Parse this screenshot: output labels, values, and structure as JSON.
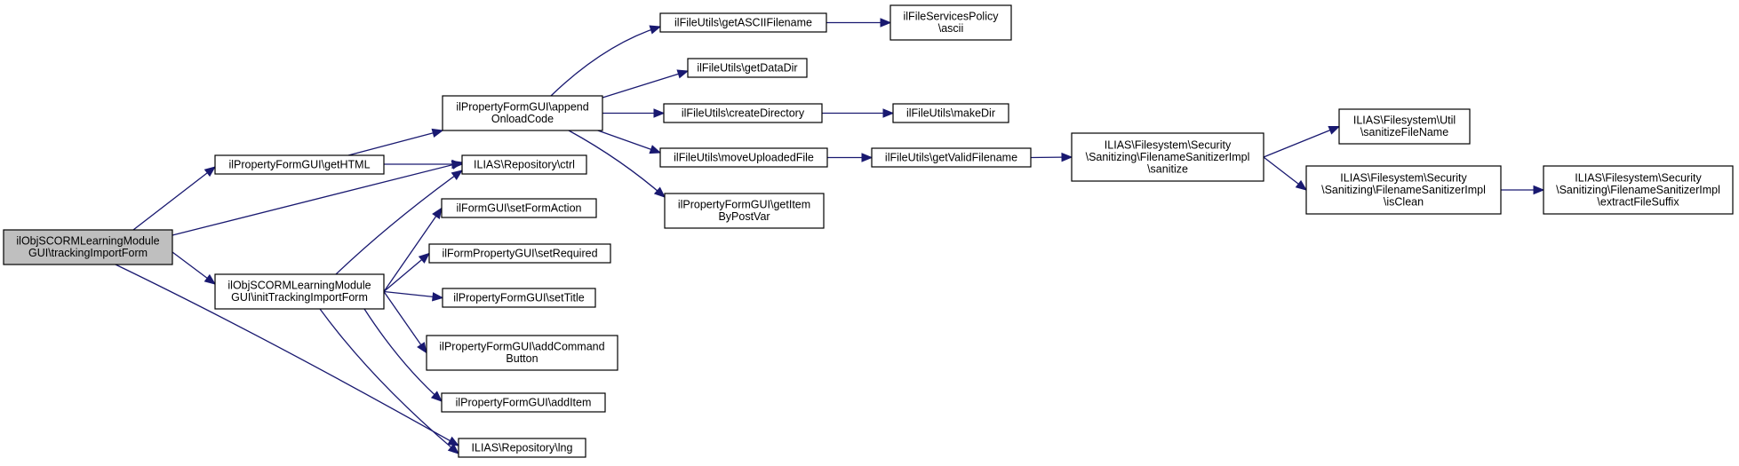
{
  "diagram": {
    "colors": {
      "edge": "#191970",
      "root_fill": "#bfbfbf",
      "node_fill": "#ffffff",
      "node_stroke": "#000000"
    },
    "nodes": [
      {
        "id": "root",
        "lines": [
          "ilObjSCORMLearningModule",
          "GUI\\trackingImportForm"
        ]
      },
      {
        "id": "gethtml",
        "lines": [
          "ilPropertyFormGUI\\getHTML"
        ]
      },
      {
        "id": "initform",
        "lines": [
          "ilObjSCORMLearningModule",
          "GUI\\initTrackingImportForm"
        ]
      },
      {
        "id": "append",
        "lines": [
          "ilPropertyFormGUI\\append",
          "OnloadCode"
        ]
      },
      {
        "id": "ctrl",
        "lines": [
          "ILIAS\\Repository\\ctrl"
        ]
      },
      {
        "id": "setformaction",
        "lines": [
          "ilFormGUI\\setFormAction"
        ]
      },
      {
        "id": "setrequired",
        "lines": [
          "ilFormPropertyGUI\\setRequired"
        ]
      },
      {
        "id": "settitle",
        "lines": [
          "ilPropertyFormGUI\\setTitle"
        ]
      },
      {
        "id": "addcmd",
        "lines": [
          "ilPropertyFormGUI\\addCommand",
          "Button"
        ]
      },
      {
        "id": "additem",
        "lines": [
          "ilPropertyFormGUI\\addItem"
        ]
      },
      {
        "id": "lng",
        "lines": [
          "ILIAS\\Repository\\lng"
        ]
      },
      {
        "id": "getascii",
        "lines": [
          "ilFileUtils\\getASCIIFilename"
        ]
      },
      {
        "id": "getdatadir",
        "lines": [
          "ilFileUtils\\getDataDir"
        ]
      },
      {
        "id": "createdir",
        "lines": [
          "ilFileUtils\\createDirectory"
        ]
      },
      {
        "id": "moveuploaded",
        "lines": [
          "ilFileUtils\\moveUploadedFile"
        ]
      },
      {
        "id": "getitembypost",
        "lines": [
          "ilPropertyFormGUI\\getItem",
          "ByPostVar"
        ]
      },
      {
        "id": "ascii",
        "lines": [
          "ilFileServicesPolicy",
          "\\ascii"
        ]
      },
      {
        "id": "makedir",
        "lines": [
          "ilFileUtils\\makeDir"
        ]
      },
      {
        "id": "getvalid",
        "lines": [
          "ilFileUtils\\getValidFilename"
        ]
      },
      {
        "id": "sanitize",
        "lines": [
          "ILIAS\\Filesystem\\Security",
          "\\Sanitizing\\FilenameSanitizerImpl",
          "\\sanitize"
        ]
      },
      {
        "id": "sanitizefn",
        "lines": [
          "ILIAS\\Filesystem\\Util",
          "\\sanitizeFileName"
        ]
      },
      {
        "id": "isclean",
        "lines": [
          "ILIAS\\Filesystem\\Security",
          "\\Sanitizing\\FilenameSanitizerImpl",
          "\\isClean"
        ]
      },
      {
        "id": "extract",
        "lines": [
          "ILIAS\\Filesystem\\Security",
          "\\Sanitizing\\FilenameSanitizerImpl",
          "\\extractFileSuffix"
        ]
      }
    ],
    "edges": [
      {
        "from": "root",
        "to": "gethtml"
      },
      {
        "from": "root",
        "to": "ctrl"
      },
      {
        "from": "root",
        "to": "initform"
      },
      {
        "from": "root",
        "to": "lng"
      },
      {
        "from": "gethtml",
        "to": "append"
      },
      {
        "from": "gethtml",
        "to": "ctrl"
      },
      {
        "from": "initform",
        "to": "ctrl"
      },
      {
        "from": "initform",
        "to": "setformaction"
      },
      {
        "from": "initform",
        "to": "setrequired"
      },
      {
        "from": "initform",
        "to": "settitle"
      },
      {
        "from": "initform",
        "to": "addcmd"
      },
      {
        "from": "initform",
        "to": "additem"
      },
      {
        "from": "initform",
        "to": "lng"
      },
      {
        "from": "append",
        "to": "getascii"
      },
      {
        "from": "append",
        "to": "getdatadir"
      },
      {
        "from": "append",
        "to": "createdir"
      },
      {
        "from": "append",
        "to": "moveuploaded"
      },
      {
        "from": "append",
        "to": "getitembypost"
      },
      {
        "from": "getascii",
        "to": "ascii"
      },
      {
        "from": "createdir",
        "to": "makedir"
      },
      {
        "from": "moveuploaded",
        "to": "getvalid"
      },
      {
        "from": "getvalid",
        "to": "sanitize"
      },
      {
        "from": "sanitize",
        "to": "sanitizefn"
      },
      {
        "from": "sanitize",
        "to": "isclean"
      },
      {
        "from": "isclean",
        "to": "extract"
      }
    ]
  }
}
